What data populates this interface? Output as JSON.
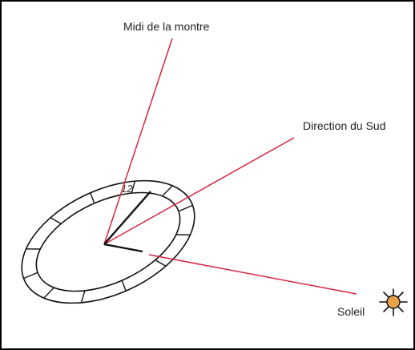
{
  "diagram": {
    "labels": {
      "watch_noon": "Midi de la montre",
      "south": "Direction du Sud",
      "sun": "Soleil",
      "twelve": "12"
    },
    "colors": {
      "red_line": "#d6253f",
      "ink": "#111111",
      "sun_fill": "#e8a24a",
      "border": "#000000"
    },
    "icons": {
      "sun": "sun-icon",
      "watch": "watch-dial-icon"
    }
  }
}
